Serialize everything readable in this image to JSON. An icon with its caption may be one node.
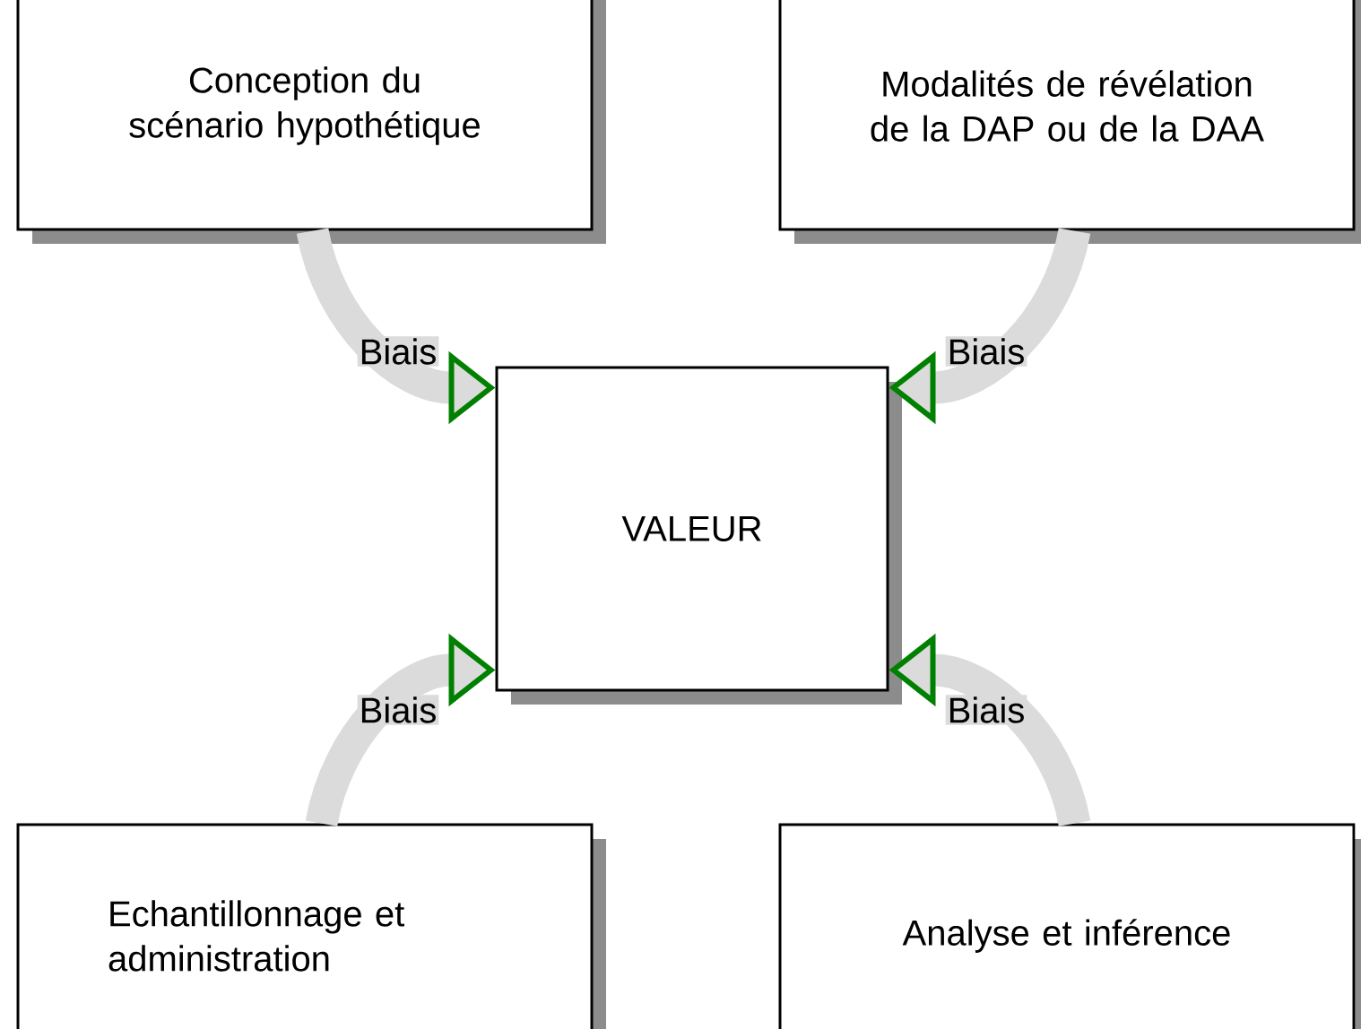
{
  "diagram": {
    "nodes": [
      {
        "text": [
          "Conception du scénario hypothétique"
        ]
      },
      {
        "text": [
          "Modalités de révélation de la DAP ou de la DAA"
        ]
      },
      {
        "text": [
          "Echantillonnage et administration"
        ]
      },
      {
        "text": [
          "Analyse et inférence"
        ]
      },
      {
        "text": [
          "VALEUR"
        ]
      }
    ],
    "edges": [
      {
        "from": 0,
        "to": 4,
        "arrow": "to",
        "label": "Biais"
      },
      {
        "from": 1,
        "to": 4,
        "arrow": "to",
        "label": "Biais"
      },
      {
        "from": 2,
        "to": 4,
        "arrow": "to",
        "label": "Biais"
      },
      {
        "from": 3,
        "to": 4,
        "arrow": "to",
        "label": "Biais"
      }
    ]
  }
}
